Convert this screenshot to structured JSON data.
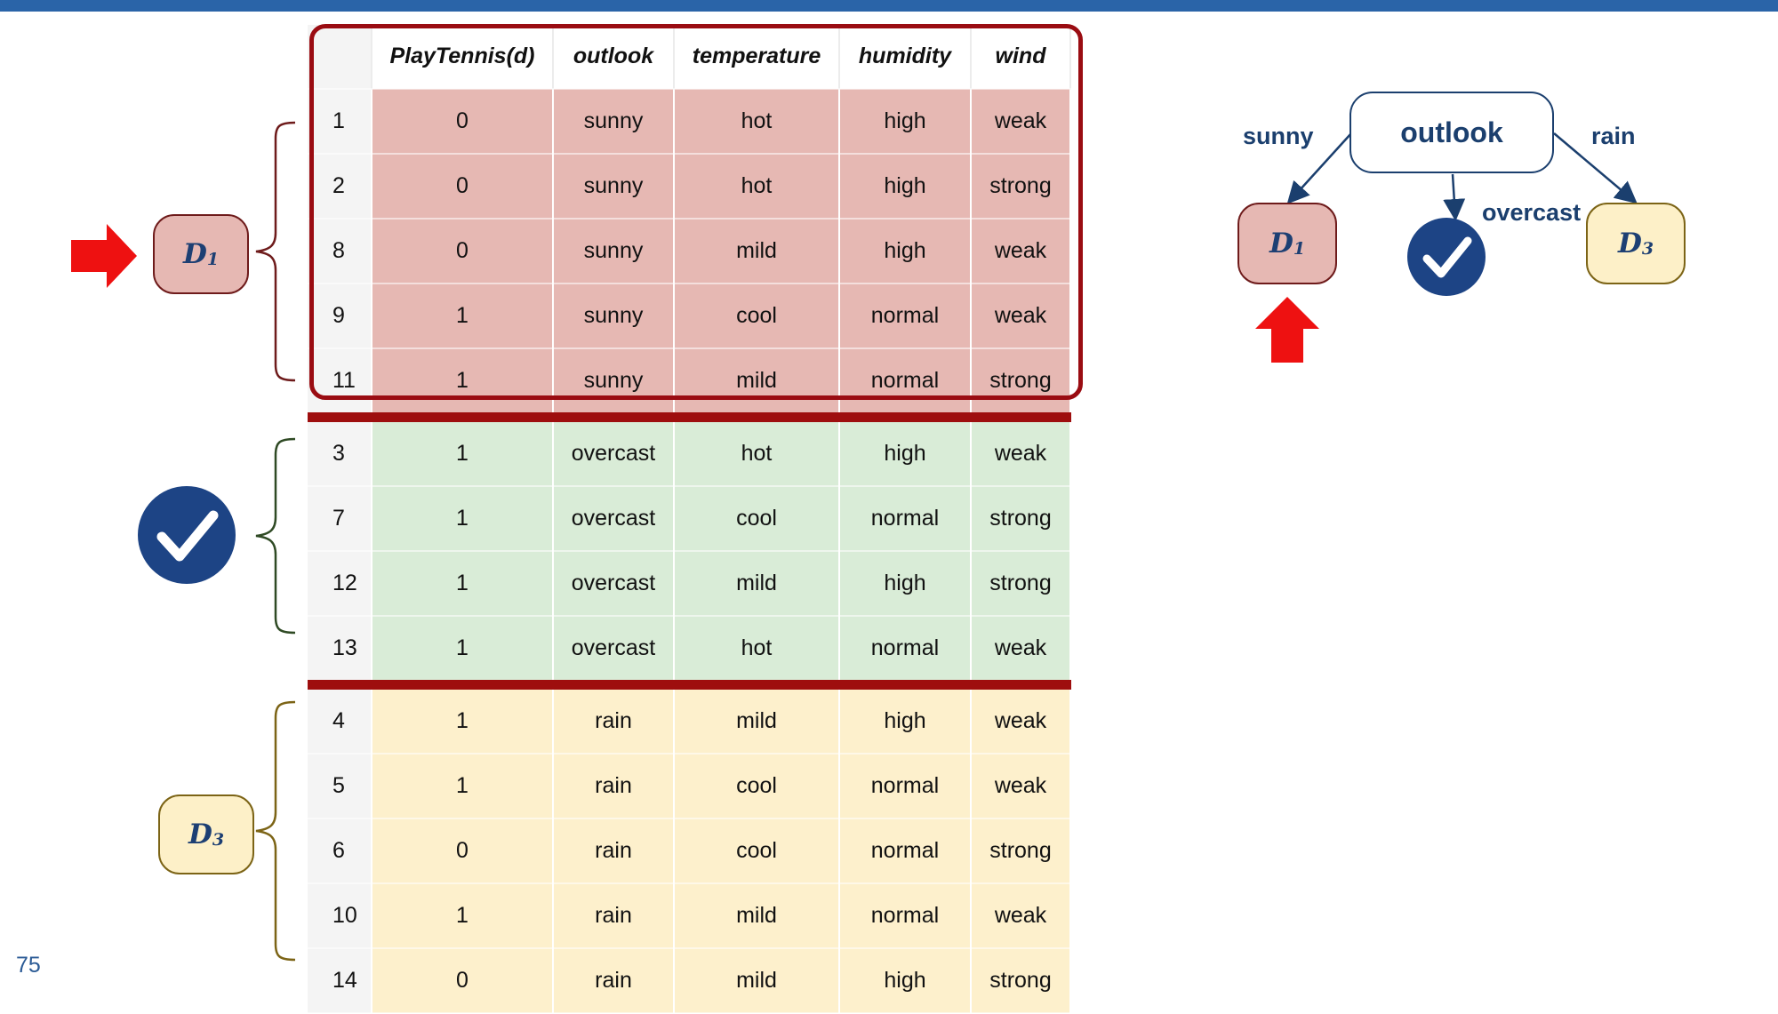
{
  "slide_number": "75",
  "table": {
    "headers": [
      "",
      "PlayTennis(d)",
      "outlook",
      "temperature",
      "humidity",
      "wind"
    ],
    "rows": [
      {
        "group": "red",
        "cells": [
          "1",
          "0",
          "sunny",
          "hot",
          "high",
          "weak"
        ]
      },
      {
        "group": "red",
        "cells": [
          "2",
          "0",
          "sunny",
          "hot",
          "high",
          "strong"
        ]
      },
      {
        "group": "red",
        "cells": [
          "8",
          "0",
          "sunny",
          "mild",
          "high",
          "weak"
        ]
      },
      {
        "group": "red",
        "cells": [
          "9",
          "1",
          "sunny",
          "cool",
          "normal",
          "weak"
        ]
      },
      {
        "group": "red",
        "cells": [
          "11",
          "1",
          "sunny",
          "mild",
          "normal",
          "strong"
        ]
      },
      {
        "group": "green",
        "cells": [
          "3",
          "1",
          "overcast",
          "hot",
          "high",
          "weak"
        ]
      },
      {
        "group": "green",
        "cells": [
          "7",
          "1",
          "overcast",
          "cool",
          "normal",
          "strong"
        ]
      },
      {
        "group": "green",
        "cells": [
          "12",
          "1",
          "overcast",
          "mild",
          "high",
          "strong"
        ]
      },
      {
        "group": "green",
        "cells": [
          "13",
          "1",
          "overcast",
          "hot",
          "normal",
          "weak"
        ]
      },
      {
        "group": "yellow",
        "cells": [
          "4",
          "1",
          "rain",
          "mild",
          "high",
          "weak"
        ]
      },
      {
        "group": "yellow",
        "cells": [
          "5",
          "1",
          "rain",
          "cool",
          "normal",
          "weak"
        ]
      },
      {
        "group": "yellow",
        "cells": [
          "6",
          "0",
          "rain",
          "cool",
          "normal",
          "strong"
        ]
      },
      {
        "group": "yellow",
        "cells": [
          "10",
          "1",
          "rain",
          "mild",
          "normal",
          "weak"
        ]
      },
      {
        "group": "yellow",
        "cells": [
          "14",
          "0",
          "rain",
          "mild",
          "high",
          "strong"
        ]
      }
    ]
  },
  "groups": {
    "d1": {
      "letter": "D",
      "sub": "1",
      "color": "#e6b8b3"
    },
    "d2": {
      "icon": "check-circle-icon",
      "color": "#1d4485"
    },
    "d3": {
      "letter": "D",
      "sub": "3",
      "color": "#fdf0c8"
    }
  },
  "tree": {
    "root": "outlook",
    "branches": {
      "left": "sunny",
      "middle": "overcast",
      "right": "rain"
    },
    "leaves": {
      "left": {
        "letter": "D",
        "sub": "1"
      },
      "middle": {
        "icon": "check-circle-icon"
      },
      "right": {
        "letter": "D",
        "sub": "3"
      }
    }
  },
  "colors": {
    "top_bar": "#2a64a8",
    "highlight_frame": "#9a0c12",
    "arrow": "#ee1111",
    "navy": "#1b3f6e"
  }
}
